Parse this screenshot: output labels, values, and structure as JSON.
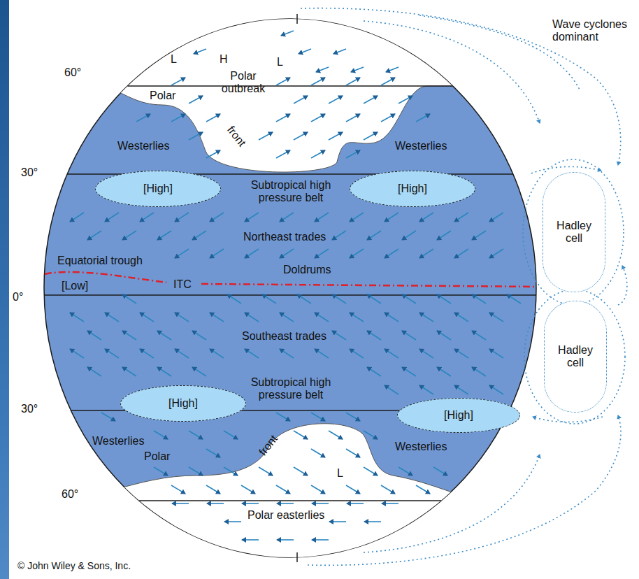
{
  "diagram": {
    "nodes": [
      {
        "text": [
          "[High]"
        ]
      },
      {
        "text": [
          "[High]"
        ]
      },
      {
        "text": [
          "Hadley cell"
        ]
      },
      {
        "text": [
          "[High]"
        ]
      },
      {
        "text": [
          "[High]"
        ]
      },
      {
        "text": [
          "Hadley cell"
        ]
      }
    ],
    "labels": [
      "Wave cyclones dominant",
      "60°",
      "L",
      "H",
      "L",
      "Polar outbreak",
      "Polar",
      "front",
      "Westerlies",
      "Westerlies",
      "30°",
      "Subtropical high pressure belt",
      "Northeast trades",
      "Equatorial trough",
      "[Low]",
      "ITC",
      "Doldrums",
      "0°",
      "Southeast trades",
      "Subtropical high pressure belt",
      "30°",
      "Westerlies",
      "Polar",
      "front",
      "Westerlies",
      "L",
      "60°",
      "Polar easterlies",
      "© John Wiley & Sons, Inc."
    ]
  }
}
